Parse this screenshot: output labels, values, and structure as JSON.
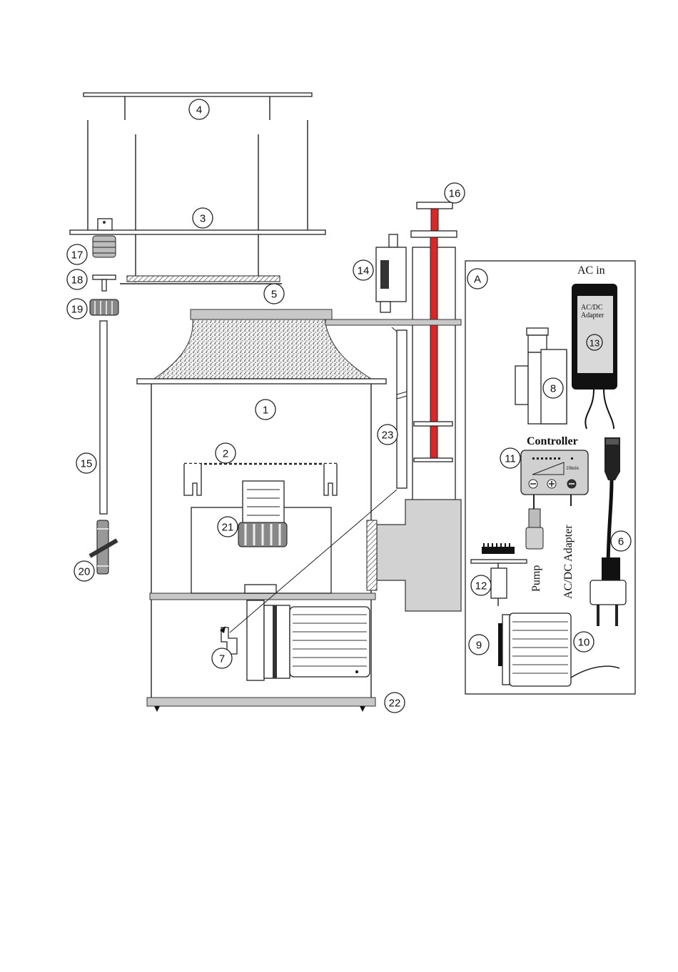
{
  "callouts": {
    "c1": "1",
    "c2": "2",
    "c3": "3",
    "c4": "4",
    "c5": "5",
    "c6": "6",
    "c7": "7",
    "c8": "8",
    "c9": "9",
    "c10": "10",
    "c11": "11",
    "c12": "12",
    "c13": "13",
    "c14": "14",
    "c15": "15",
    "c16": "16",
    "c17": "17",
    "c18": "18",
    "c19": "19",
    "c20": "20",
    "c21": "21",
    "c22": "22",
    "c23": "23",
    "cA": "A"
  },
  "labels": {
    "ac_in": "AC in",
    "adapter_line1": "AC/DC",
    "adapter_line2": "Adapter",
    "controller": "Controller",
    "controller_time": "10min",
    "pump_cable": "Pump",
    "adapter_cable": "AC/DC Adapter"
  },
  "colors": {
    "riser_tube": "#e02424",
    "foam": "#c8c8c8",
    "adapter_body": "#111111"
  }
}
